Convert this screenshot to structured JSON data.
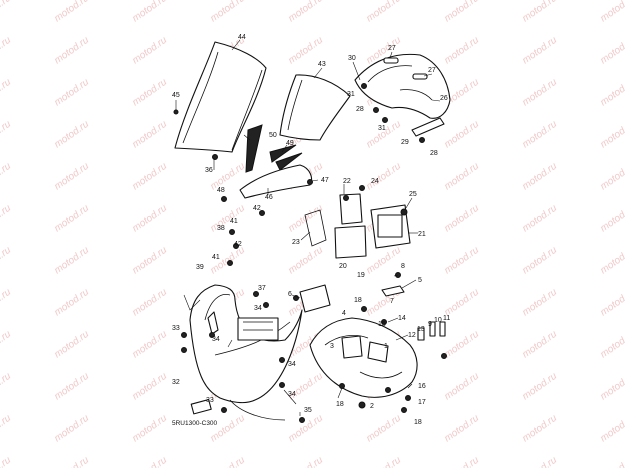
{
  "watermark_text": "motod.ru",
  "diagram_code": "5RU1300-C300",
  "callouts": [
    "44",
    "43",
    "27",
    "27",
    "30",
    "31",
    "45",
    "26",
    "50",
    "31",
    "28",
    "29",
    "36",
    "28",
    "49",
    "47",
    "46",
    "48",
    "22",
    "24",
    "25",
    "42",
    "41",
    "38",
    "23",
    "21",
    "42",
    "41",
    "39",
    "20",
    "19",
    "8",
    "5",
    "37",
    "6",
    "18",
    "7",
    "34",
    "4",
    "15",
    "14",
    "33",
    "34",
    "13",
    "9",
    "10",
    "11",
    "12",
    "3",
    "1",
    "34",
    "32",
    "34",
    "16",
    "18",
    "2",
    "17",
    "33",
    "35",
    "18"
  ],
  "colors": {
    "watermark": "#f2c9c9",
    "line": "#111111"
  }
}
